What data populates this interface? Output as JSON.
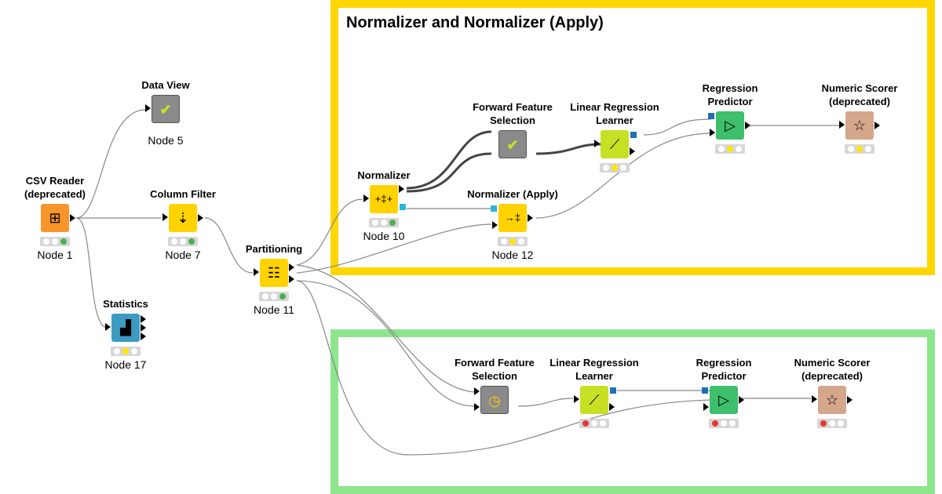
{
  "annotations": {
    "top": "Normalizer and Normalizer (Apply)",
    "bottom": ""
  },
  "nodes": {
    "csv_reader": {
      "title": "CSV Reader\n(deprecated)",
      "caption": "Node 1"
    },
    "data_view": {
      "title": "Data View",
      "caption": "Node 5"
    },
    "column_filter": {
      "title": "Column Filter",
      "caption": "Node 7"
    },
    "statistics": {
      "title": "Statistics",
      "caption": "Node 17"
    },
    "partitioning": {
      "title": "Partitioning",
      "caption": "Node 11"
    },
    "normalizer": {
      "title": "Normalizer",
      "caption": "Node 10"
    },
    "normalizer_apply": {
      "title": "Normalizer (Apply)",
      "caption": "Node 12"
    },
    "ffs_top": {
      "title": "Forward Feature\nSelection",
      "caption": ""
    },
    "lrl_top": {
      "title": "Linear Regression\nLearner",
      "caption": ""
    },
    "rp_top": {
      "title": "Regression\nPredictor",
      "caption": ""
    },
    "ns_top": {
      "title": "Numeric Scorer\n(deprecated)",
      "caption": ""
    },
    "ffs_bottom": {
      "title": "Forward Feature\nSelection",
      "caption": ""
    },
    "lrl_bottom": {
      "title": "Linear Regression\nLearner",
      "caption": ""
    },
    "rp_bottom": {
      "title": "Regression\nPredictor",
      "caption": ""
    },
    "ns_bottom": {
      "title": "Numeric Scorer\n(deprecated)",
      "caption": ""
    }
  },
  "colors": {
    "annotation_top": "#ffd600",
    "annotation_bottom": "#8de68d",
    "status_green": "#4caf50",
    "status_yellow": "#ffe600",
    "status_red": "#e53935"
  },
  "icons": {
    "csv_reader": "table-arrow-icon",
    "data_view": "checkmark-icon",
    "column_filter": "filter-arrows-icon",
    "statistics": "histogram-icon",
    "partitioning": "partition-grid-icon",
    "normalizer": "normalize-icon",
    "normalizer_apply": "normalize-apply-icon",
    "ffs_top": "checkmark-icon",
    "ffs_bottom": "loop-clock-icon",
    "lrl": "regression-line-icon",
    "rp": "predictor-triangle-icon",
    "ns": "scorer-star-icon"
  }
}
